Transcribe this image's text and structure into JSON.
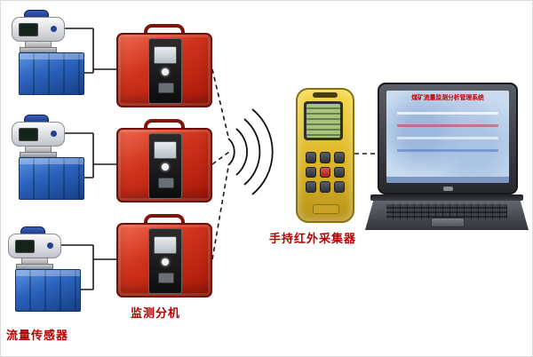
{
  "labels": {
    "flow_sensor": "流量传感器",
    "monitor_unit": "监测分机",
    "handheld_collector": "手持红外采集器"
  },
  "laptop": {
    "screen_title": "煤矿流量监测分析管理系统"
  },
  "icons": {
    "wireless_signal": "wireless-signal-arcs"
  },
  "colors": {
    "case_red": "#c22718",
    "tank_blue": "#2a62bc",
    "handheld_yellow": "#e9c93a",
    "lcd_green": "#a9c47e",
    "label_red": "#b40000",
    "connector": "#1a1a1a"
  }
}
